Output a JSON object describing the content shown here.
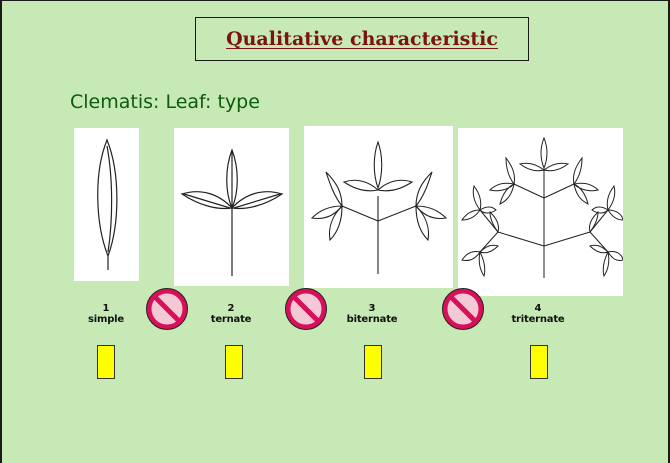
{
  "slide": {
    "title": "Qualitative characteristic",
    "subtitle": "Clematis:  Leaf: type"
  },
  "options": [
    {
      "number": "1",
      "label": "simple"
    },
    {
      "number": "2",
      "label": "ternate"
    },
    {
      "number": "3",
      "label": "biternate"
    },
    {
      "number": "4",
      "label": "triternate"
    }
  ],
  "colors": {
    "background": "#c6e9b6",
    "title": "#7a1414",
    "subtitle": "#0b5c0b",
    "checkbox": "#ffff00",
    "no_sign_ring": "#d8105a",
    "no_sign_fill": "#f4c9d6"
  },
  "icons": {
    "separator": "prohibited-icon"
  }
}
